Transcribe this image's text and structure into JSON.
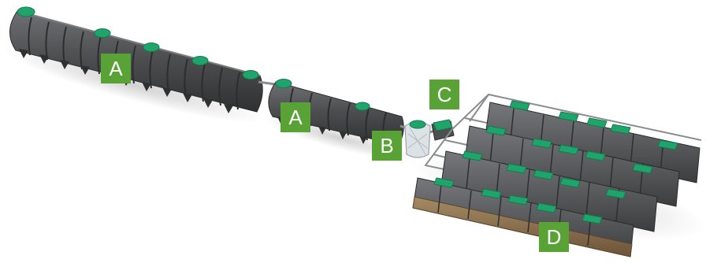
{
  "labels": {
    "a1": "A",
    "a2": "A",
    "b": "B",
    "c": "C",
    "d": "D"
  },
  "colors": {
    "label_bg": "#58a236",
    "tank_body": "#4d4f51",
    "tank_dark": "#3a3b3d",
    "tank_light": "#6b6d70",
    "lid": "#1fa56c",
    "pipe": "#8a8c8e",
    "filter_unit": "#dde2e6",
    "drain_gravel": "#8a6f4d"
  },
  "components": [
    {
      "id": "tank-a-large",
      "label": "A"
    },
    {
      "id": "tank-a-small",
      "label": "A"
    },
    {
      "id": "filter-unit",
      "label": "B"
    },
    {
      "id": "distribution-box",
      "label": "C"
    },
    {
      "id": "drain-field-modules",
      "label": "D"
    }
  ]
}
